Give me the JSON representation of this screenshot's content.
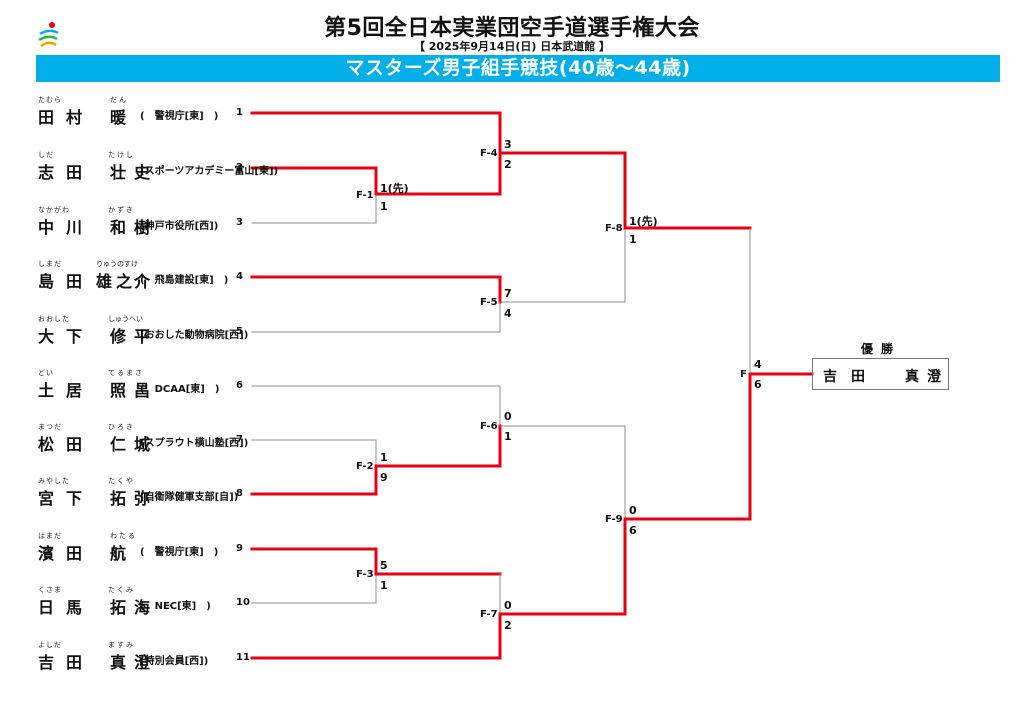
{
  "header": {
    "title": "第5回全日本実業団空手道選手権大会",
    "subtitle": "【 2025年9月14日(日) 日本武道館 】",
    "event": "マスターズ男子組手競技(40歳～44歳)"
  },
  "colors": {
    "accent": "#00aee8",
    "winner_line": "#e60012",
    "loser_line": "#8c8c8c"
  },
  "players": [
    {
      "seed": "1",
      "surname": [
        "田",
        "村"
      ],
      "given": [
        "暖"
      ],
      "surname_ruby": [
        "た",
        "む",
        "ら"
      ],
      "given_ruby": [
        "だ",
        "ん"
      ],
      "affiliation": "(　警視庁[東]　)"
    },
    {
      "seed": "2",
      "surname": [
        "志",
        "田"
      ],
      "given": [
        "壮",
        "史"
      ],
      "surname_ruby": [
        "し",
        "だ"
      ],
      "given_ruby": [
        "た",
        "け",
        "し"
      ],
      "affiliation": "(スポーツアカデミー富山[東])"
    },
    {
      "seed": "3",
      "surname": [
        "中",
        "川"
      ],
      "given": [
        "和",
        "樹"
      ],
      "surname_ruby": [
        "な",
        "か",
        "が",
        "わ"
      ],
      "given_ruby": [
        "か",
        "ず",
        "き"
      ],
      "affiliation": "(神戸市役所[西])"
    },
    {
      "seed": "4",
      "surname": [
        "島",
        "田"
      ],
      "given": [
        "雄",
        "之",
        "介"
      ],
      "surname_ruby": [
        "し",
        "ま",
        "だ"
      ],
      "given_ruby": [
        "りゅうのすけ"
      ],
      "affiliation": "(　飛島建設[東]　)"
    },
    {
      "seed": "5",
      "surname": [
        "大",
        "下"
      ],
      "given": [
        "修",
        "平"
      ],
      "surname_ruby": [
        "お",
        "お",
        "し",
        "た"
      ],
      "given_ruby": [
        "しゅうへい"
      ],
      "affiliation": "(おおした動物病院[西])"
    },
    {
      "seed": "6",
      "surname": [
        "土",
        "居"
      ],
      "given": [
        "照",
        "昌"
      ],
      "surname_ruby": [
        "ど",
        "い"
      ],
      "given_ruby": [
        "て",
        "る",
        "ま",
        "さ"
      ],
      "affiliation": "(　DCAA[東]　)"
    },
    {
      "seed": "7",
      "surname": [
        "松",
        "田"
      ],
      "given": [
        "仁",
        "城"
      ],
      "surname_ruby": [
        "ま",
        "つ",
        "だ"
      ],
      "given_ruby": [
        "ひ",
        "ろ",
        "き"
      ],
      "affiliation": "(スプラウト横山塾[西])"
    },
    {
      "seed": "8",
      "surname": [
        "宮",
        "下"
      ],
      "given": [
        "拓",
        "弥"
      ],
      "surname_ruby": [
        "み",
        "や",
        "し",
        "た"
      ],
      "given_ruby": [
        "た",
        "く",
        "や"
      ],
      "affiliation": "(自衛隊健軍支部[自])"
    },
    {
      "seed": "9",
      "surname": [
        "濱",
        "田"
      ],
      "given": [
        "航"
      ],
      "surname_ruby": [
        "は",
        "ま",
        "だ"
      ],
      "given_ruby": [
        "わ",
        "た",
        "る"
      ],
      "affiliation": "(　警視庁[東]　)"
    },
    {
      "seed": "10",
      "surname": [
        "日",
        "馬"
      ],
      "given": [
        "拓",
        "海"
      ],
      "surname_ruby": [
        "く",
        "さ",
        "ま"
      ],
      "given_ruby": [
        "た",
        "く",
        "み"
      ],
      "affiliation": "(　NEC[東]　)"
    },
    {
      "seed": "11",
      "surname": [
        "吉",
        "田"
      ],
      "given": [
        "真",
        "澄"
      ],
      "surname_ruby": [
        "よ",
        "し",
        "だ"
      ],
      "given_ruby": [
        "ま",
        "す",
        "み"
      ],
      "affiliation": "(特別会員[西])"
    }
  ],
  "matches": [
    {
      "id": "F-1",
      "top_score": "1(先)",
      "bottom_score": "1"
    },
    {
      "id": "F-2",
      "top_score": "1",
      "bottom_score": "9"
    },
    {
      "id": "F-3",
      "top_score": "5",
      "bottom_score": "1"
    },
    {
      "id": "F-4",
      "top_score": "3",
      "bottom_score": "2"
    },
    {
      "id": "F-5",
      "top_score": "7",
      "bottom_score": "4"
    },
    {
      "id": "F-6",
      "top_score": "0",
      "bottom_score": "1"
    },
    {
      "id": "F-7",
      "top_score": "0",
      "bottom_score": "2"
    },
    {
      "id": "F-8",
      "top_score": "1(先)",
      "bottom_score": "1"
    },
    {
      "id": "F-9",
      "top_score": "0",
      "bottom_score": "6"
    },
    {
      "id": "F",
      "top_score": "4",
      "bottom_score": "6"
    }
  ],
  "champion": {
    "label": "優勝",
    "name_parts": [
      "吉",
      "田",
      "真",
      "澄"
    ]
  }
}
